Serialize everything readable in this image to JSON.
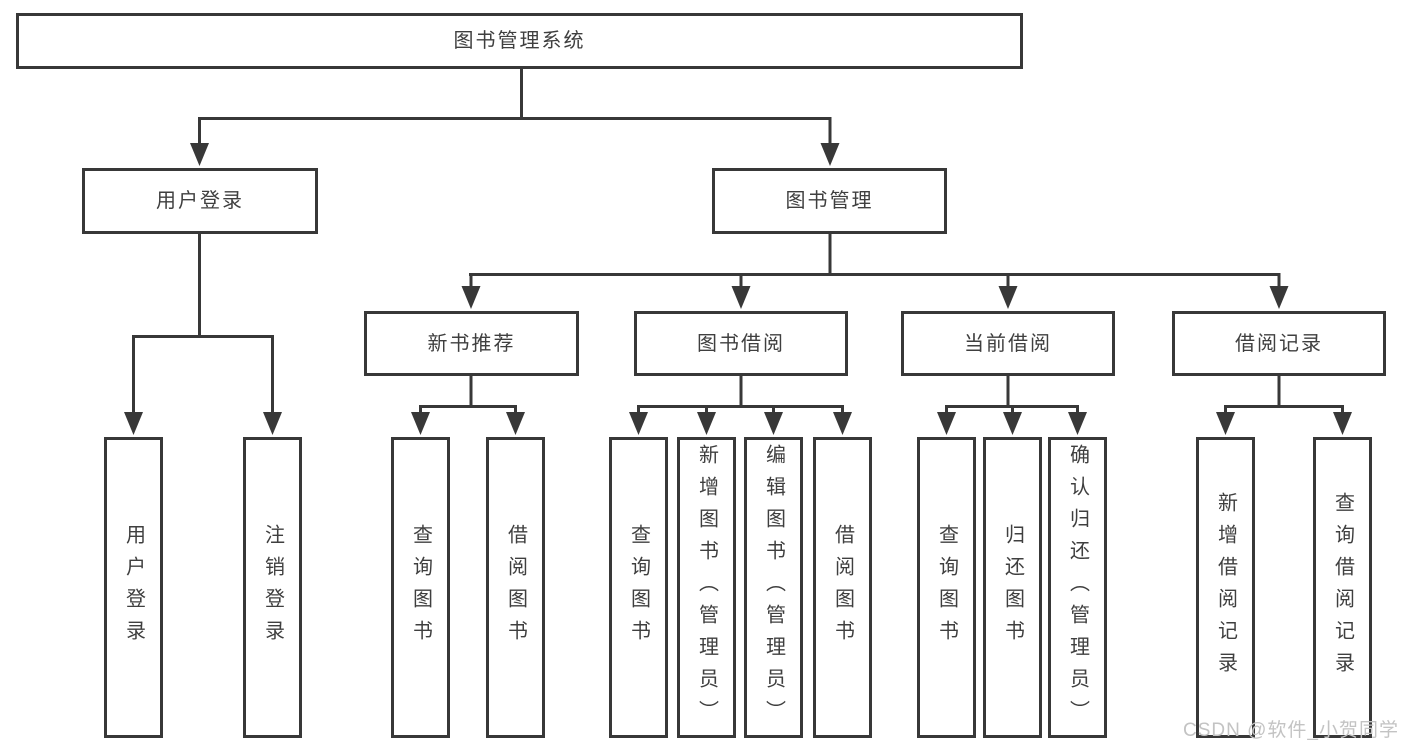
{
  "colors": {
    "line": "#383838",
    "text": "#3f3f3f",
    "watermark": "#c3c3c3",
    "background": "#ffffff"
  },
  "watermark": "CSDN @软件_小贺同学",
  "nodes": {
    "root": "图书管理系统",
    "user_login": "用户登录",
    "book_mgmt": "图书管理",
    "new_book_rec": "新书推荐",
    "book_borrow": "图书借阅",
    "current_borrow": "当前借阅",
    "borrow_record": "借阅记录",
    "leaf_user_login": "用户登录",
    "leaf_logout": "注销登录",
    "leaf_nb_query": "查询图书",
    "leaf_nb_borrow": "借阅图书",
    "leaf_bb_query": "查询图书",
    "leaf_bb_add": "新增图书（管理员）",
    "leaf_bb_edit": "编辑图书（管理员）",
    "leaf_bb_borrow": "借阅图书",
    "leaf_cb_query": "查询图书",
    "leaf_cb_return": "归还图书",
    "leaf_cb_confirm": "确认归还（管理员）",
    "leaf_br_add": "新增借阅记录",
    "leaf_br_query": "查询借阅记录"
  }
}
